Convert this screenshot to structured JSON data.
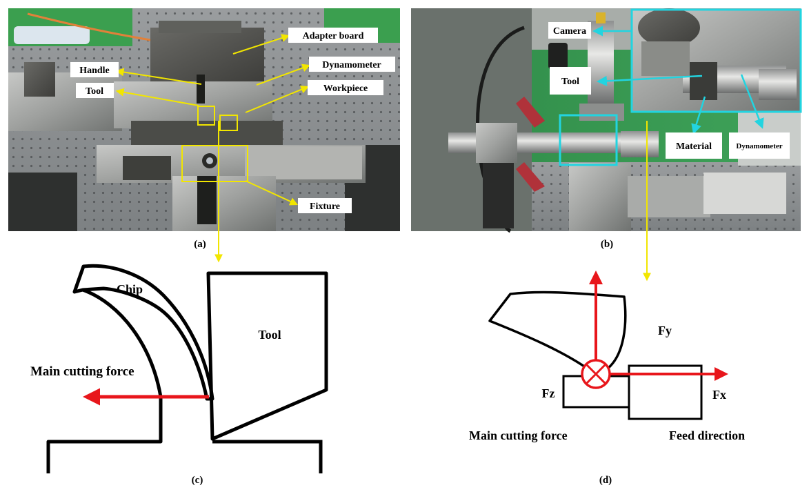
{
  "panels": {
    "a": {
      "caption": "(a)",
      "labels": {
        "adapter_board": "Adapter board",
        "dynamometer": "Dynamometer",
        "handle": "Handle",
        "tool": "Tool",
        "workpiece": "Workpiece",
        "fixture": "Fixture"
      }
    },
    "b": {
      "caption": "(b)",
      "labels": {
        "camera": "Camera",
        "tool": "Tool",
        "material": "Material",
        "dynamometer": "Dynamometer"
      }
    },
    "c": {
      "caption": "(c)",
      "labels": {
        "chip": "Chip",
        "tool": "Tool",
        "main_cutting_force": "Main cutting force"
      }
    },
    "d": {
      "caption": "(d)",
      "labels": {
        "fy": "Fy",
        "fz": "Fz",
        "fx": "Fx",
        "main_cutting_force": "Main cutting force",
        "feed_direction": "Feed direction"
      }
    }
  },
  "colors": {
    "callout_arrow": "#f2e600",
    "highlight_yellow": "#f2e600",
    "highlight_cyan": "#22d4e0",
    "force_red": "#e8161b",
    "outline": "#000000"
  }
}
